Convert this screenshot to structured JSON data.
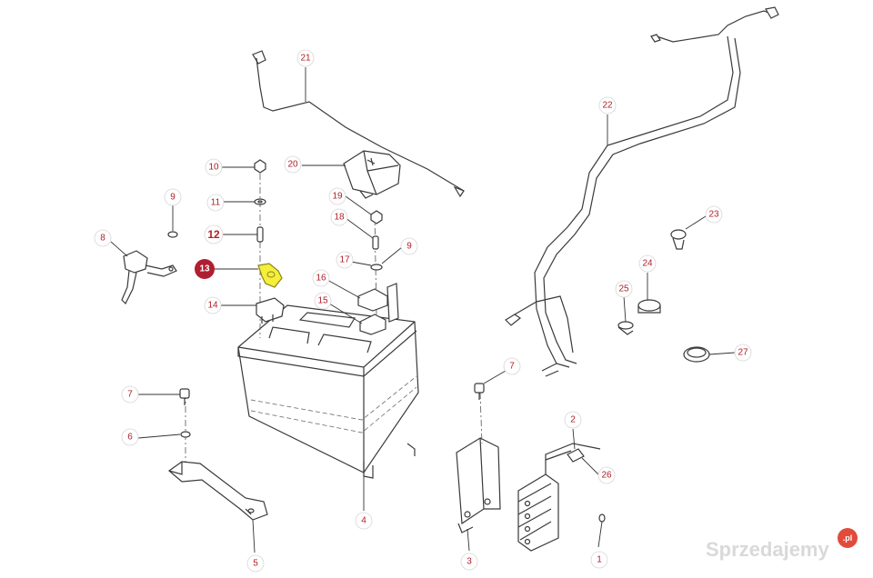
{
  "callouts": [
    {
      "id": "1",
      "label": "1"
    },
    {
      "id": "2",
      "label": "2"
    },
    {
      "id": "3",
      "label": "3"
    },
    {
      "id": "4",
      "label": "4"
    },
    {
      "id": "5",
      "label": "5"
    },
    {
      "id": "6",
      "label": "6"
    },
    {
      "id": "7a",
      "label": "7"
    },
    {
      "id": "7b",
      "label": "7"
    },
    {
      "id": "8",
      "label": "8"
    },
    {
      "id": "9a",
      "label": "9"
    },
    {
      "id": "9b",
      "label": "9"
    },
    {
      "id": "10",
      "label": "10"
    },
    {
      "id": "11",
      "label": "11"
    },
    {
      "id": "12",
      "label": "12"
    },
    {
      "id": "13",
      "label": "13"
    },
    {
      "id": "14",
      "label": "14"
    },
    {
      "id": "15",
      "label": "15"
    },
    {
      "id": "16",
      "label": "16"
    },
    {
      "id": "17",
      "label": "17"
    },
    {
      "id": "18",
      "label": "18"
    },
    {
      "id": "19",
      "label": "19"
    },
    {
      "id": "20",
      "label": "20"
    },
    {
      "id": "21",
      "label": "21"
    },
    {
      "id": "22",
      "label": "22"
    },
    {
      "id": "23",
      "label": "23"
    },
    {
      "id": "24",
      "label": "24"
    },
    {
      "id": "25",
      "label": "25"
    },
    {
      "id": "26",
      "label": "26"
    },
    {
      "id": "27",
      "label": "27"
    }
  ],
  "highlight": {
    "callout": "13",
    "part_color": "#f5ee3a",
    "badge_color": "#b01e32"
  },
  "watermark": {
    "text": "Sprzedajemy",
    "suffix": ".pl"
  }
}
